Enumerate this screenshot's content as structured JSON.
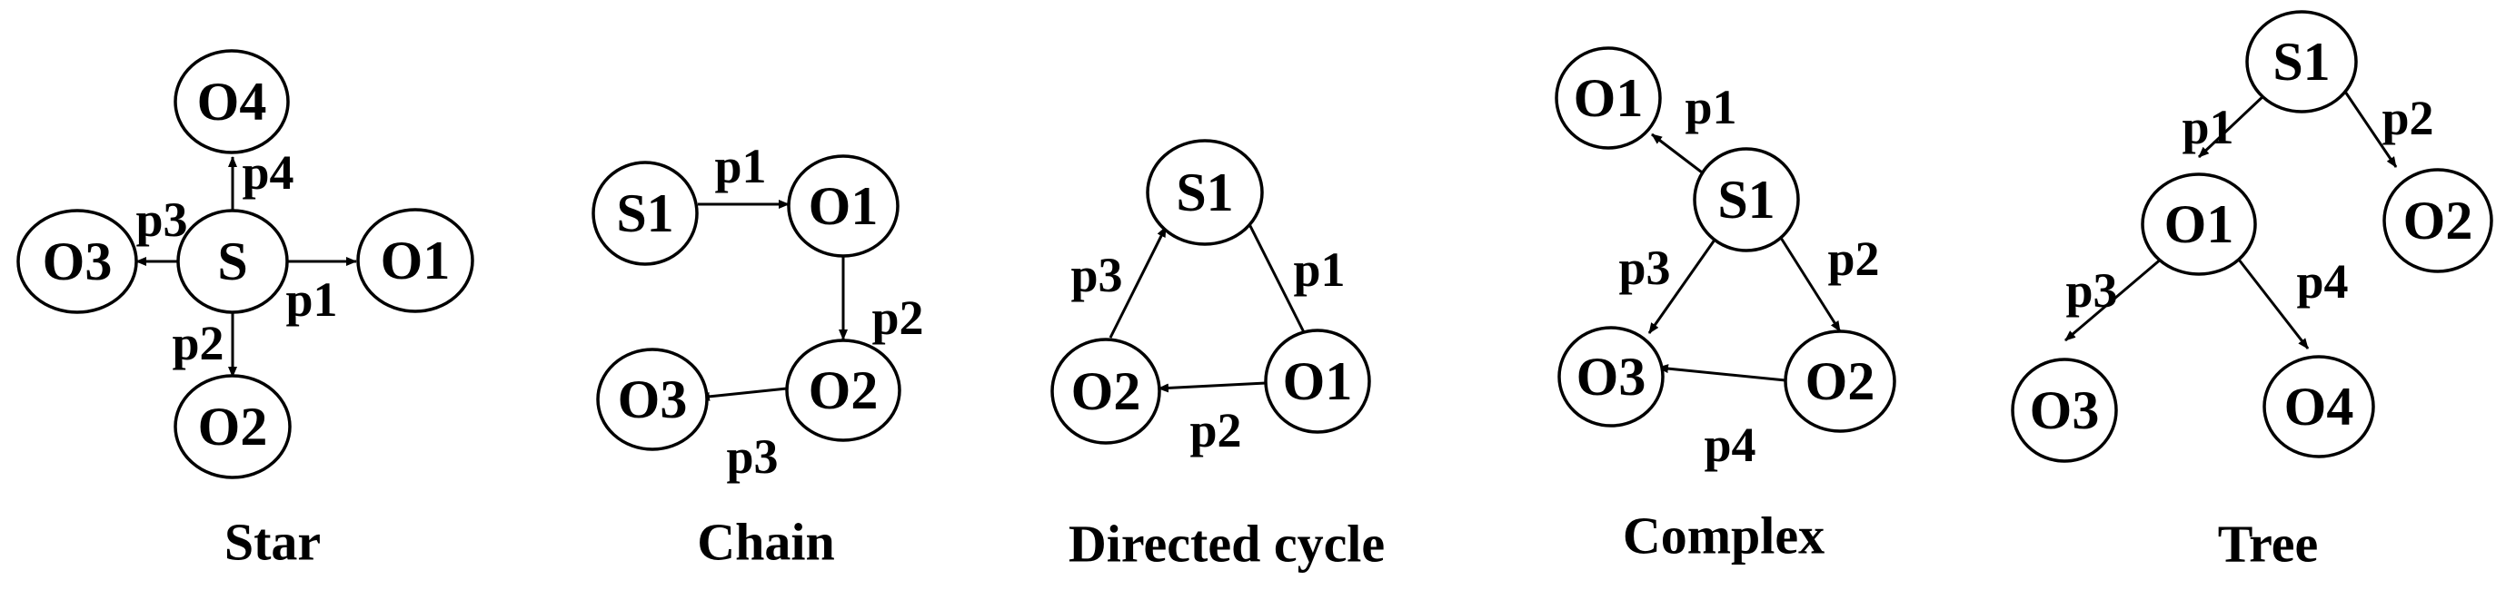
{
  "panels": [
    {
      "key": "star",
      "title": "Star",
      "nodes": {
        "o4": "O4",
        "o3": "O3",
        "s": "S",
        "o1": "O1",
        "o2": "O2"
      },
      "edges": {
        "p4": "p4",
        "p3": "p3",
        "p1": "p1",
        "p2": "p2"
      }
    },
    {
      "key": "chain",
      "title": "Chain",
      "nodes": {
        "s1": "S1",
        "o1": "O1",
        "o2": "O2",
        "o3": "O3"
      },
      "edges": {
        "p1": "p1",
        "p2": "p2",
        "p3": "p3"
      }
    },
    {
      "key": "directed-cycle",
      "title": "Directed cycle",
      "nodes": {
        "s1": "S1",
        "o2": "O2",
        "o1": "O1"
      },
      "edges": {
        "p3": "p3",
        "p1": "p1",
        "p2": "p2"
      }
    },
    {
      "key": "complex",
      "title": "Complex",
      "nodes": {
        "o1": "O1",
        "s1": "S1",
        "o3": "O3",
        "o2": "O2"
      },
      "edges": {
        "p1": "p1",
        "p3": "p3",
        "p2": "p2",
        "p4": "p4"
      }
    },
    {
      "key": "tree",
      "title": "Tree",
      "nodes": {
        "s1": "S1",
        "o1": "O1",
        "o2": "O2",
        "o3": "O3",
        "o4": "O4"
      },
      "edges": {
        "p1": "p1",
        "p2": "p2",
        "p3": "p3",
        "p4": "p4"
      }
    }
  ]
}
